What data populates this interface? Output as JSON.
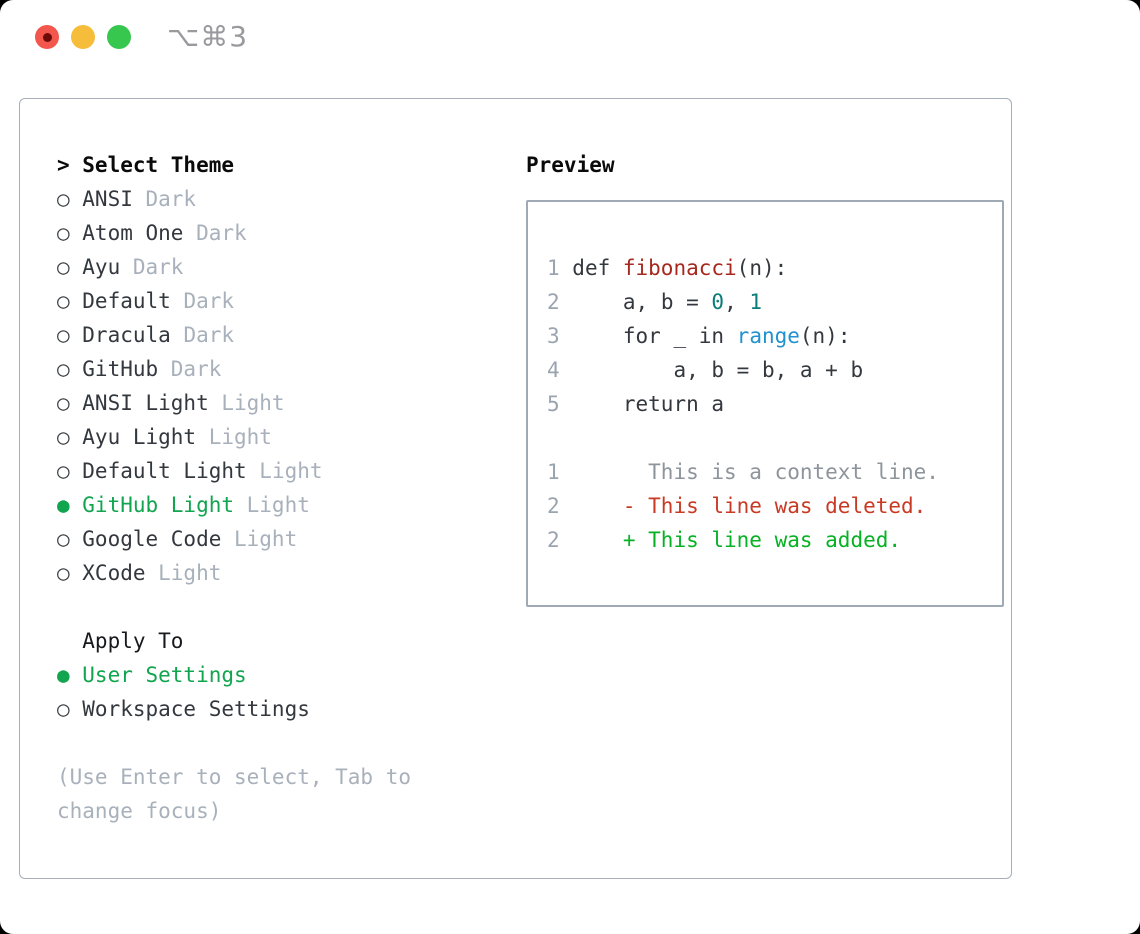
{
  "colors": {
    "ui_green": "#10a54e",
    "border_gray": "#a6afb9",
    "muted_gray": "#a8b1bb",
    "text_dark": "#33383e",
    "traffic_red": "#f2564d",
    "traffic_yellow": "#f6bd3a",
    "traffic_green": "#37c64e",
    "ln": "#9aa4ae",
    "pl": "#33383e",
    "fn": "#a6281e",
    "nu": "#0b7d79",
    "bi": "#2191cf",
    "ctx": "#8d949b",
    "del": "#c93a24",
    "add": "#06b224"
  },
  "window": {
    "title": "⌥⌘3"
  },
  "picker": {
    "prompt": ">",
    "title": "Select Theme",
    "selected_marker": "●",
    "unselected_marker": "○",
    "items": [
      {
        "name": "ANSI",
        "variant": "Dark",
        "selected": false
      },
      {
        "name": "Atom One",
        "variant": "Dark",
        "selected": false
      },
      {
        "name": "Ayu",
        "variant": "Dark",
        "selected": false
      },
      {
        "name": "Default",
        "variant": "Dark",
        "selected": false
      },
      {
        "name": "Dracula",
        "variant": "Dark",
        "selected": false
      },
      {
        "name": "GitHub",
        "variant": "Dark",
        "selected": false
      },
      {
        "name": "ANSI Light",
        "variant": "Light",
        "selected": false
      },
      {
        "name": "Ayu Light",
        "variant": "Light",
        "selected": false
      },
      {
        "name": "Default Light",
        "variant": "Light",
        "selected": false
      },
      {
        "name": "GitHub Light",
        "variant": "Light",
        "selected": true
      },
      {
        "name": "Google Code",
        "variant": "Light",
        "selected": false
      },
      {
        "name": "XCode",
        "variant": "Light",
        "selected": false
      }
    ],
    "apply_to": {
      "label": "Apply To",
      "options": [
        {
          "name": "User Settings",
          "selected": true
        },
        {
          "name": "Workspace Settings",
          "selected": false
        }
      ]
    },
    "hint": "(Use Enter to select, Tab to change focus)"
  },
  "preview": {
    "label": "Preview",
    "lines": [
      [
        {
          "t": "1",
          "s": "ln"
        },
        {
          "t": " def ",
          "s": "pl"
        },
        {
          "t": "fibonacci",
          "s": "fn"
        },
        {
          "t": "(n):",
          "s": "pl"
        }
      ],
      [
        {
          "t": "2",
          "s": "ln"
        },
        {
          "t": "     ",
          "s": "pl"
        },
        {
          "t": "a",
          "s": "pl"
        },
        {
          "t": ", ",
          "s": "pl"
        },
        {
          "t": "b",
          "s": "pl"
        },
        {
          "t": " = ",
          "s": "pl"
        },
        {
          "t": "0",
          "s": "nu"
        },
        {
          "t": ", ",
          "s": "pl"
        },
        {
          "t": "1",
          "s": "nu"
        }
      ],
      [
        {
          "t": "3",
          "s": "ln"
        },
        {
          "t": "     for _ in ",
          "s": "pl"
        },
        {
          "t": "range",
          "s": "bi"
        },
        {
          "t": "(n):",
          "s": "pl"
        }
      ],
      [
        {
          "t": "4",
          "s": "ln"
        },
        {
          "t": "         a, b = b, a + b",
          "s": "pl"
        }
      ],
      [
        {
          "t": "5",
          "s": "ln"
        },
        {
          "t": "     return a",
          "s": "pl"
        }
      ],
      [],
      [
        {
          "t": "1",
          "s": "ln"
        },
        {
          "t": "       This is a context line.",
          "s": "ctx"
        }
      ],
      [
        {
          "t": "2",
          "s": "ln"
        },
        {
          "t": "     - This line was deleted.",
          "s": "del"
        }
      ],
      [
        {
          "t": "2",
          "s": "ln"
        },
        {
          "t": "     + This line was added.",
          "s": "add"
        }
      ]
    ]
  }
}
